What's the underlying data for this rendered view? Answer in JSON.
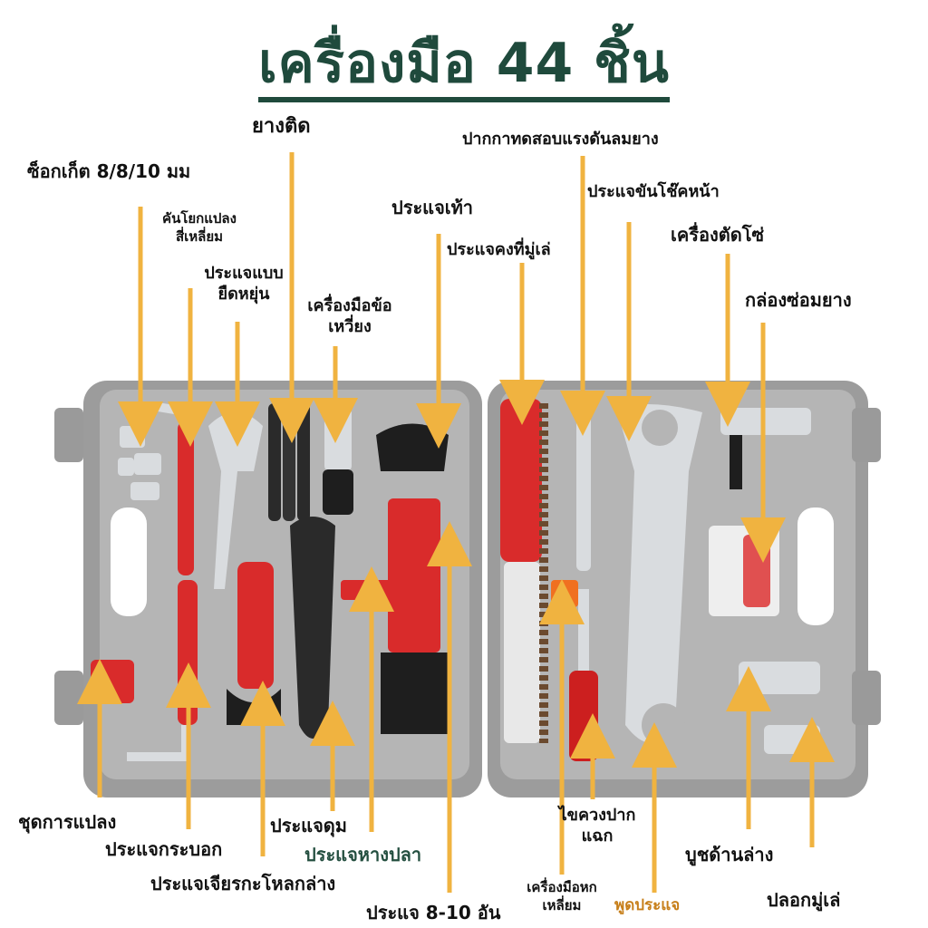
{
  "title": "เครื่องมือ 44 ชิ้น",
  "labels": {
    "socket": "ซ็อกเก็ต 8/8/10 มม",
    "square_handle_1": "คันโยกแปลง",
    "square_handle_2": "สี่เหลี่ยม",
    "adjustable_1": "ประแจแบบ",
    "adjustable_2": "ยืดหยุ่น",
    "tire_lever": "ยางติด",
    "crank_tool_1": "เครื่องมือข้อ",
    "crank_tool_2": "เหวี่ยง",
    "pedal_wrench": "ประแจเท้า",
    "cassette_wrench": "ประแจคงที่มู่เล่",
    "pressure_gauge": "ปากกาทดสอบแรงดันลมยาง",
    "headset_wrench": "ประแจขันโช๊คหน้า",
    "chain_cutter": "เครื่องตัดโซ่",
    "repair_kit": "กล่องซ่อมยาง",
    "bit_set": "ชุดการแปลง",
    "tube_wrench": "ประแจกระบอก",
    "crank_puller": "ประแจเจียรกะโหลกล่าง",
    "hub_wrench": "ประแจดุม",
    "fishtail_wrench": "ประแจหางปลา",
    "open_wrench": "ประแจ 8-10 อัน",
    "screwdriver_1": "ไขควงปาก",
    "screwdriver_2": "แฉก",
    "hex_tool_1": "เครื่องมือหก",
    "hex_tool_2": "เหลี่ยม",
    "spoke_wrench": "พูดประแจ",
    "bottom_bracket": "บูชด้านล่าง",
    "freewheel": "ปลอกมู่เล่"
  },
  "colors": {
    "title": "#1f4a3c",
    "arrow": "#f0b340",
    "case": "#a9a9a9",
    "tool_red": "#d92b2b",
    "steel": "#d9dcdf"
  }
}
